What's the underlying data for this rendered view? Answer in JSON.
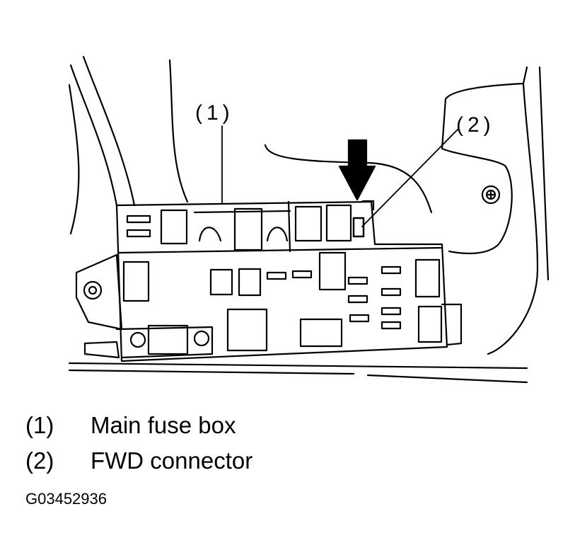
{
  "callouts": [
    {
      "number": "(1)"
    },
    {
      "number": "(2)"
    }
  ],
  "legend": [
    {
      "number": "(1)",
      "text": "Main fuse box"
    },
    {
      "number": "(2)",
      "text": "FWD connector"
    }
  ],
  "figure_id": "G03452936"
}
